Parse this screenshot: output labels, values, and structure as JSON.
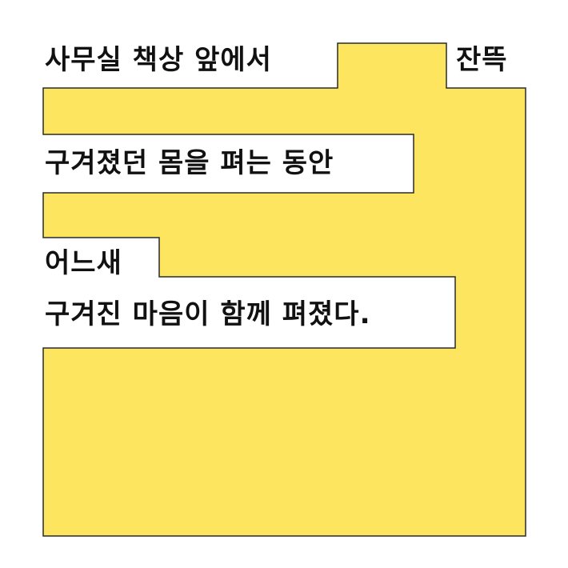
{
  "colors": {
    "fill": "#FDE55F",
    "stroke": "#2a2a2a",
    "background": "#FFFFFF",
    "text": "#111111"
  },
  "lines": [
    {
      "text": "사무실 책상 앞에서"
    },
    {
      "text": "잔뜩"
    },
    {
      "text": "구겨졌던 몸을 펴는 동안"
    },
    {
      "text": "어느새"
    },
    {
      "text": "구겨진 마음이 함께 펴졌다."
    }
  ]
}
